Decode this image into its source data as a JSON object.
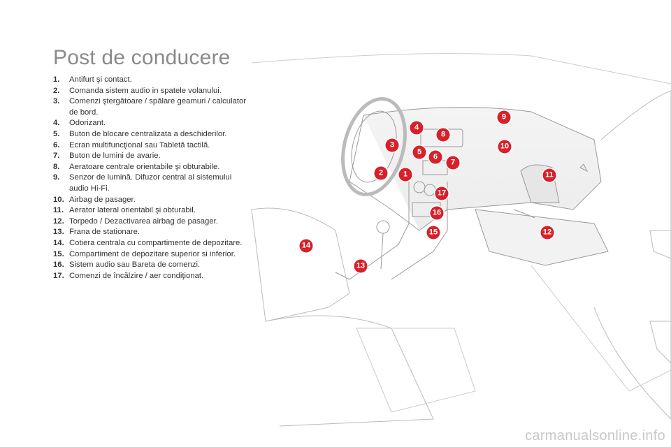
{
  "page": {
    "title": "Post de conducere"
  },
  "items": [
    {
      "num": "1.",
      "text": "Antifurt şi contact."
    },
    {
      "num": "2.",
      "text": "Comanda sistem audio in spatele volanului."
    },
    {
      "num": "3.",
      "text": "Comenzi ştergătoare / spălare geamuri / calculator de bord."
    },
    {
      "num": "4.",
      "text": "Odorizant."
    },
    {
      "num": "5.",
      "text": "Buton de blocare centralizata a deschiderilor."
    },
    {
      "num": "6.",
      "text": "Ecran multifuncţional sau Tabletă tactilă."
    },
    {
      "num": "7.",
      "text": "Buton de lumini de avarie."
    },
    {
      "num": "8.",
      "text": "Aeratoare centrale orientabile şi obturabile."
    },
    {
      "num": "9.",
      "text": "Senzor de lumină. Difuzor central al sistemului audio Hi-Fi."
    },
    {
      "num": "10.",
      "text": "Airbag de pasager."
    },
    {
      "num": "11.",
      "text": "Aerator lateral orientabil şi obturabil."
    },
    {
      "num": "12.",
      "text": "Torpedo / Dezactivarea airbag de pasager."
    },
    {
      "num": "13.",
      "text": "Frana de stationare."
    },
    {
      "num": "14.",
      "text": "Cotiera centrala cu compartimente de depozitare."
    },
    {
      "num": "15.",
      "text": "Compartiment de depozitare superior si inferior."
    },
    {
      "num": "16.",
      "text": "Sistem audio sau Bareta de comenzi."
    },
    {
      "num": "17.",
      "text": "Comenzi de încălzire / aer condiţionat."
    }
  ],
  "badges": [
    "1",
    "2",
    "3",
    "4",
    "5",
    "6",
    "7",
    "8",
    "9",
    "10",
    "11",
    "12",
    "13",
    "14",
    "15",
    "16",
    "17"
  ],
  "watermark": "carmanualsonline.info",
  "colors": {
    "badge": "#d7202a",
    "title": "#8a8a8a"
  }
}
